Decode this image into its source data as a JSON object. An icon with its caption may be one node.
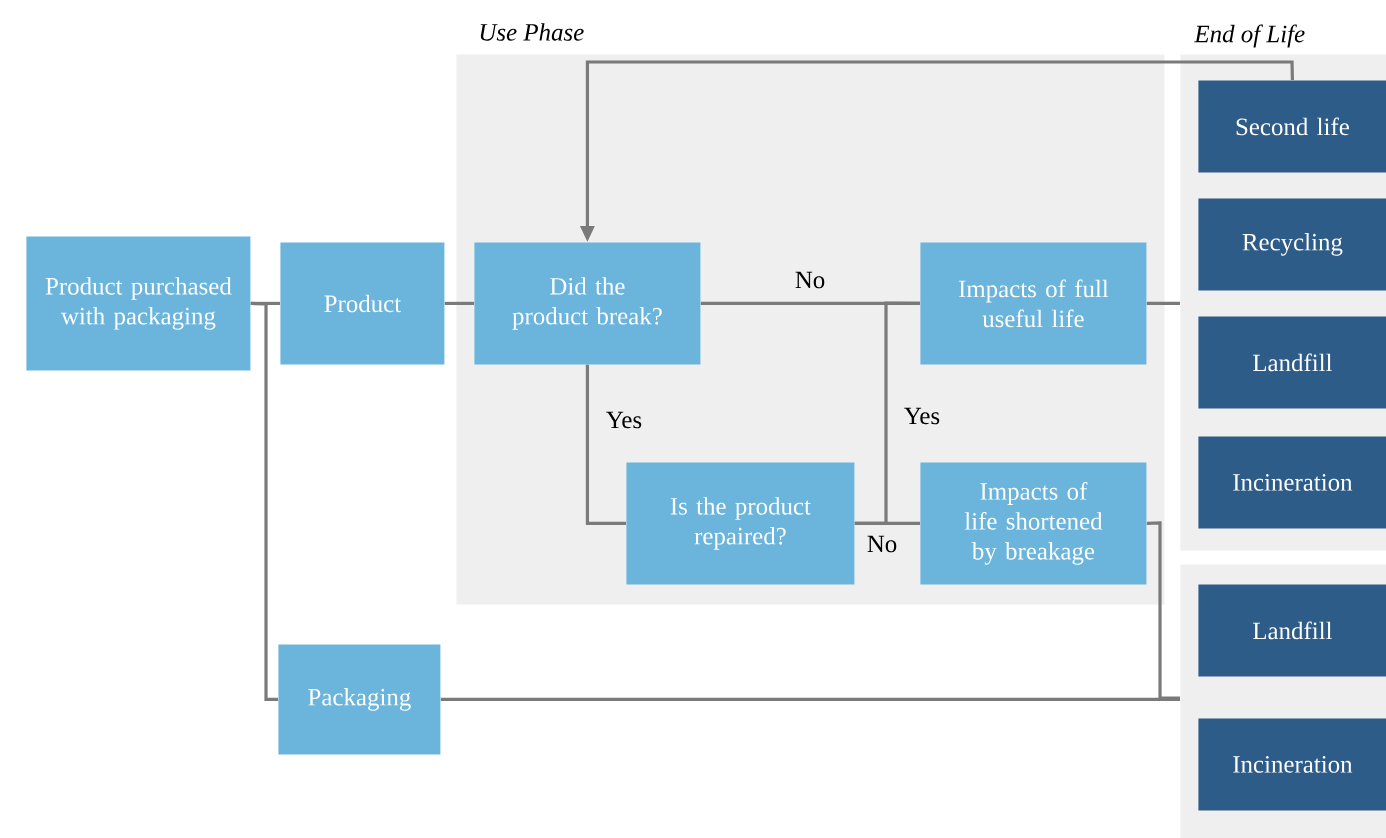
{
  "diagram": {
    "nodes": [
      {
        "text": [
          "Product purchased with packaging"
        ]
      },
      {
        "text": [
          "Product"
        ]
      },
      {
        "text": [
          "Use Phase"
        ]
      },
      {
        "text": [
          "Did the product break?"
        ],
        "in": 2
      },
      {
        "text": [
          "Impacts of full useful life"
        ],
        "in": 2
      },
      {
        "text": [
          "Is the product repaired?"
        ],
        "in": 2
      },
      {
        "text": [
          "Impacts of life shortened by breakage"
        ],
        "in": 2
      },
      {
        "text": [
          "Packaging"
        ]
      },
      {
        "text": [
          "End of Life"
        ]
      },
      {
        "text": [
          "Second life"
        ],
        "in": 8
      },
      {
        "text": [
          "Recycling"
        ],
        "in": 8
      },
      {
        "text": [
          "Landfill"
        ],
        "in": 8
      },
      {
        "text": [
          "Incineration"
        ],
        "in": 8
      },
      {
        "text": [],
        "shape": "box"
      },
      {
        "text": [
          "Landfill"
        ],
        "in": 13
      },
      {
        "text": [
          "Incineration"
        ],
        "in": 13
      }
    ],
    "edges": [
      {
        "from": 0,
        "to": 1,
        "arrow": "none"
      },
      {
        "from": 0,
        "to": 7,
        "arrow": "none"
      },
      {
        "from": 1,
        "to": 3,
        "arrow": "none"
      },
      {
        "from": 3,
        "to": 4,
        "arrow": "none",
        "label": "No"
      },
      {
        "from": 3,
        "to": 5,
        "arrow": "none",
        "label": "Yes"
      },
      {
        "from": 5,
        "to": 4,
        "arrow": "none",
        "label": "Yes"
      },
      {
        "from": 5,
        "to": 6,
        "arrow": "none",
        "label": "No"
      },
      {
        "from": 4,
        "to": 8,
        "arrow": "none"
      },
      {
        "from": 6,
        "to": 13,
        "arrow": "none"
      },
      {
        "from": 7,
        "to": 13,
        "arrow": "none"
      },
      {
        "from": 9,
        "to": 3,
        "arrow": "to"
      }
    ]
  }
}
